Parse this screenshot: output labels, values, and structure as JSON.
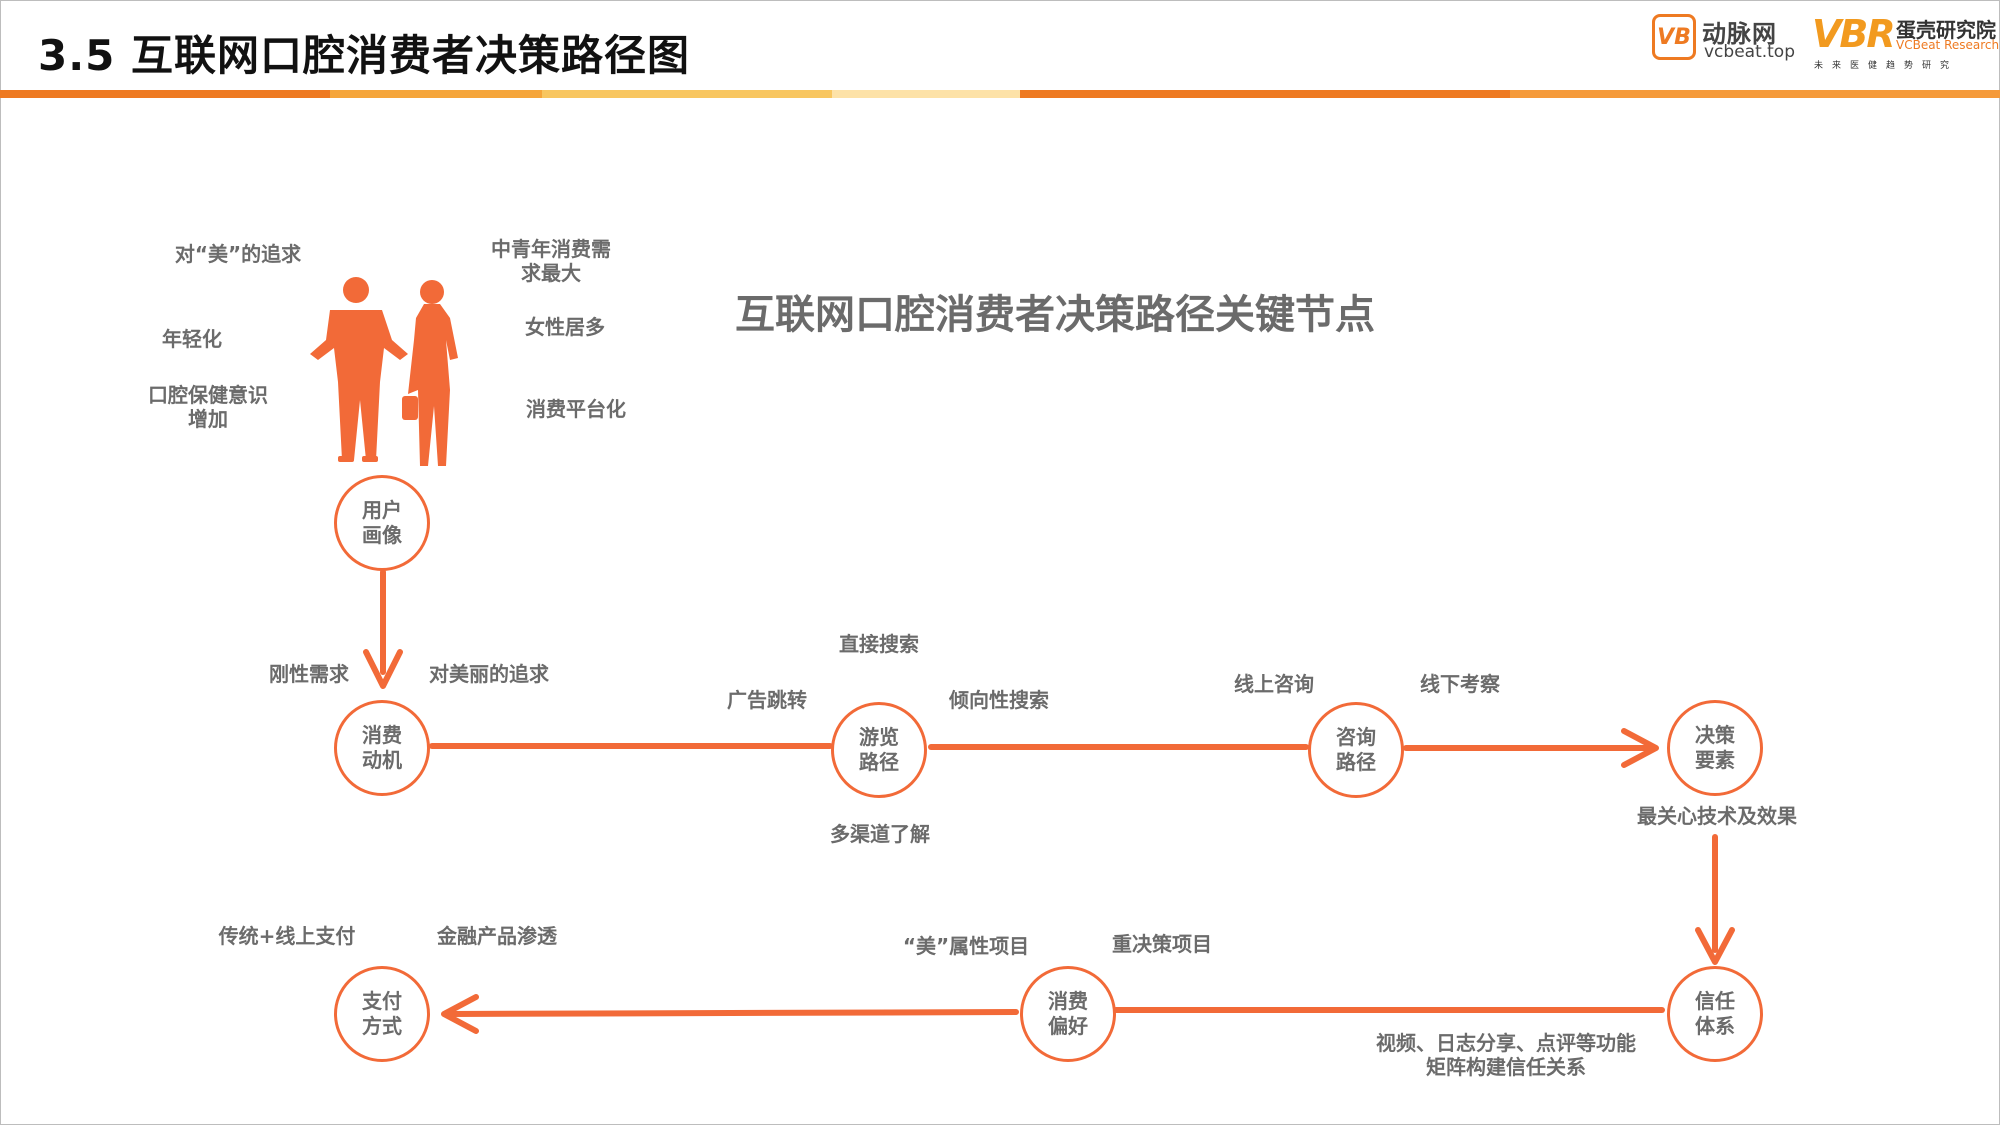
{
  "page": {
    "title": "3.5 互联网口腔消费者决策路径图",
    "bar_colors": [
      "#ee7a22",
      "#f5a53a",
      "#f8c660",
      "#fde2a8",
      "#ee7a22",
      "#f59a3a"
    ]
  },
  "logos": {
    "vcbeat": {
      "badge": "VB",
      "name": "动脉网",
      "url": "vcbeat.top"
    },
    "vcbeat_research": {
      "mark": "VBR",
      "name": "蛋壳研究院",
      "en": "VCBeat Research",
      "tagline": "未来医健趋势研究"
    }
  },
  "diagram": {
    "heading": "互联网口腔消费者决策路径关键节点",
    "accent_color": "#f26a38",
    "nodes": {
      "user_profile": "用户画像",
      "motivation": "消费动机",
      "browse_path": "游览路径",
      "consult_path": "咨询路径",
      "decision_factors": "决策要素",
      "trust_system": "信任体系",
      "preference": "消费偏好",
      "payment": "支付方式"
    },
    "labels": {
      "pursuit_beauty_quoted": "对“美”的追求",
      "youth": "年轻化",
      "oral_awareness": "口腔保健意识增加",
      "middle_aged": "中青年消费需求最大",
      "female_majority": "女性居多",
      "platform": "消费平台化",
      "rigid_demand": "刚性需求",
      "pursuit_beauty": "对美丽的追求",
      "direct_search": "直接搜索",
      "ad_redirect": "广告跳转",
      "tendency_search": "倾向性搜索",
      "multi_channel": "多渠道了解",
      "online_consult": "线上咨询",
      "offline_visit": "线下考察",
      "care_tech": "最关心技术及效果",
      "trust_methods": "视频、日志分享、点评等功能矩阵构建信任关系",
      "beauty_items": "“美”属性项目",
      "heavy_decision": "重决策项目",
      "payment_methods": "传统+线上支付",
      "financial_products": "金融产品渗透"
    }
  }
}
